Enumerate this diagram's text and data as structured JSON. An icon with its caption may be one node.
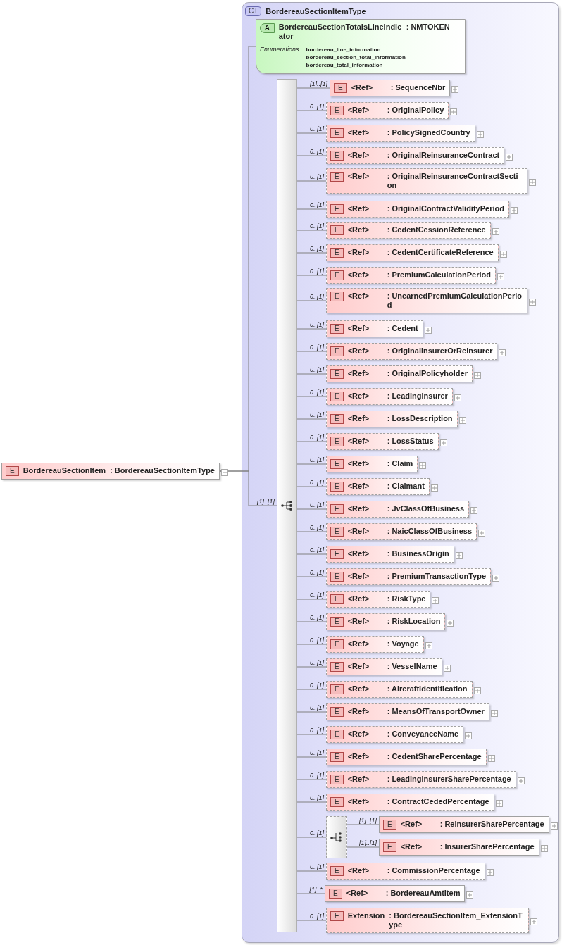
{
  "diagram": {
    "nodes": [
      {
        "text": [
          "E",
          "BordereauSectionItem",
          ": BordereauSectionItemType"
        ]
      },
      {
        "text": [
          "CT",
          "BordereauSectionItemType"
        ]
      },
      {
        "text": [
          "A",
          "BordereauSectionTotalsLineIndicator",
          ": NMTOKEN",
          "Enumerations",
          "bordereau_line_information",
          "bordereau_section_total_information",
          "bordereau_total_information"
        ],
        "in": 1
      },
      {
        "text": [],
        "shape": "bar",
        "in": 1
      },
      {
        "text": [
          "E",
          "<Ref>",
          ": SequenceNbr"
        ],
        "in": 1
      },
      {
        "text": [
          "E",
          "<Ref>",
          ": OriginalPolicy"
        ],
        "in": 1
      },
      {
        "text": [
          "E",
          "<Ref>",
          ": PolicySignedCountry"
        ],
        "in": 1
      },
      {
        "text": [
          "E",
          "<Ref>",
          ": OriginalReinsuranceContract"
        ],
        "in": 1
      },
      {
        "text": [
          "E",
          "<Ref>",
          ": OriginalReinsuranceContractSection"
        ],
        "in": 1
      },
      {
        "text": [
          "E",
          "<Ref>",
          ": OriginalContractValidityPeriod"
        ],
        "in": 1
      },
      {
        "text": [
          "E",
          "<Ref>",
          ": CedentCessionReference"
        ],
        "in": 1
      },
      {
        "text": [
          "E",
          "<Ref>",
          ": CedentCertificateReference"
        ],
        "in": 1
      },
      {
        "text": [
          "E",
          "<Ref>",
          ": PremiumCalculationPeriod"
        ],
        "in": 1
      },
      {
        "text": [
          "E",
          "<Ref>",
          ": UnearnedPremiumCalculationPeriod"
        ],
        "in": 1
      },
      {
        "text": [
          "E",
          "<Ref>",
          ": Cedent"
        ],
        "in": 1
      },
      {
        "text": [
          "E",
          "<Ref>",
          ": OriginalInsurerOrReinsurer"
        ],
        "in": 1
      },
      {
        "text": [
          "E",
          "<Ref>",
          ": OriginalPolicyholder"
        ],
        "in": 1
      },
      {
        "text": [
          "E",
          "<Ref>",
          ": LeadingInsurer"
        ],
        "in": 1
      },
      {
        "text": [
          "E",
          "<Ref>",
          ": LossDescription"
        ],
        "in": 1
      },
      {
        "text": [
          "E",
          "<Ref>",
          ": LossStatus"
        ],
        "in": 1
      },
      {
        "text": [
          "E",
          "<Ref>",
          ": Claim"
        ],
        "in": 1
      },
      {
        "text": [
          "E",
          "<Ref>",
          ": Claimant"
        ],
        "in": 1
      },
      {
        "text": [
          "E",
          "<Ref>",
          ": JvClassOfBusiness"
        ],
        "in": 1
      },
      {
        "text": [
          "E",
          "<Ref>",
          ": NaicClassOfBusiness"
        ],
        "in": 1
      },
      {
        "text": [
          "E",
          "<Ref>",
          ": BusinessOrigin"
        ],
        "in": 1
      },
      {
        "text": [
          "E",
          "<Ref>",
          ": PremiumTransactionType"
        ],
        "in": 1
      },
      {
        "text": [
          "E",
          "<Ref>",
          ": RiskType"
        ],
        "in": 1
      },
      {
        "text": [
          "E",
          "<Ref>",
          ": RiskLocation"
        ],
        "in": 1
      },
      {
        "text": [
          "E",
          "<Ref>",
          ": Voyage"
        ],
        "in": 1
      },
      {
        "text": [
          "E",
          "<Ref>",
          ": VesselName"
        ],
        "in": 1
      },
      {
        "text": [
          "E",
          "<Ref>",
          ": AircraftIdentification"
        ],
        "in": 1
      },
      {
        "text": [
          "E",
          "<Ref>",
          ": MeansOfTransportOwner"
        ],
        "in": 1
      },
      {
        "text": [
          "E",
          "<Ref>",
          ": ConveyanceName"
        ],
        "in": 1
      },
      {
        "text": [
          "E",
          "<Ref>",
          ": CedentSharePercentage"
        ],
        "in": 1
      },
      {
        "text": [
          "E",
          "<Ref>",
          ": LeadingInsurerSharePercentage"
        ],
        "in": 1
      },
      {
        "text": [
          "E",
          "<Ref>",
          ": ContractCededPercentage"
        ],
        "in": 1
      },
      {
        "text": [],
        "shape": "box",
        "in": 1
      },
      {
        "text": [
          "E",
          "<Ref>",
          ": ReinsurerSharePercentage"
        ],
        "in": 1
      },
      {
        "text": [
          "E",
          "<Ref>",
          ": InsurerSharePercentage"
        ],
        "in": 1
      },
      {
        "text": [
          "E",
          "<Ref>",
          ": CommissionPercentage"
        ],
        "in": 1
      },
      {
        "text": [
          "E",
          "<Ref>",
          ": BordereauAmtItem"
        ],
        "in": 1
      },
      {
        "text": [
          "E",
          "Extension",
          ": BordereauSectionItem_ExtensionType"
        ],
        "in": 1
      }
    ],
    "edges": [
      {
        "from": 0,
        "to": 2,
        "arrow": "none"
      },
      {
        "from": 0,
        "to": 3,
        "arrow": "none",
        "label": "[1]..[1]"
      },
      {
        "from": 3,
        "to": 4,
        "arrow": "none",
        "label": "[1]..[1]"
      },
      {
        "from": 3,
        "to": 5,
        "arrow": "none",
        "label": "0..[1]"
      },
      {
        "from": 3,
        "to": 6,
        "arrow": "none",
        "label": "0..[1]"
      },
      {
        "from": 3,
        "to": 7,
        "arrow": "none",
        "label": "0..[1]"
      },
      {
        "from": 3,
        "to": 8,
        "arrow": "none",
        "label": "0..[1]"
      },
      {
        "from": 3,
        "to": 9,
        "arrow": "none",
        "label": "0..[1]"
      },
      {
        "from": 3,
        "to": 10,
        "arrow": "none",
        "label": "0..[1]"
      },
      {
        "from": 3,
        "to": 11,
        "arrow": "none",
        "label": "0..[1]"
      },
      {
        "from": 3,
        "to": 12,
        "arrow": "none",
        "label": "0..[1]"
      },
      {
        "from": 3,
        "to": 13,
        "arrow": "none",
        "label": "0..[1]"
      },
      {
        "from": 3,
        "to": 14,
        "arrow": "none",
        "label": "0..[1]"
      },
      {
        "from": 3,
        "to": 15,
        "arrow": "none",
        "label": "0..[1]"
      },
      {
        "from": 3,
        "to": 16,
        "arrow": "none",
        "label": "0..[1]"
      },
      {
        "from": 3,
        "to": 17,
        "arrow": "none",
        "label": "0..[1]"
      },
      {
        "from": 3,
        "to": 18,
        "arrow": "none",
        "label": "0..[1]"
      },
      {
        "from": 3,
        "to": 19,
        "arrow": "none",
        "label": "0..[1]"
      },
      {
        "from": 3,
        "to": 20,
        "arrow": "none",
        "label": "0..[1]"
      },
      {
        "from": 3,
        "to": 21,
        "arrow": "none",
        "label": "0..[1]"
      },
      {
        "from": 3,
        "to": 22,
        "arrow": "none",
        "label": "0..[1]"
      },
      {
        "from": 3,
        "to": 23,
        "arrow": "none",
        "label": "0..[1]"
      },
      {
        "from": 3,
        "to": 24,
        "arrow": "none",
        "label": "0..[1]"
      },
      {
        "from": 3,
        "to": 25,
        "arrow": "none",
        "label": "0..[1]"
      },
      {
        "from": 3,
        "to": 26,
        "arrow": "none",
        "label": "0..[1]"
      },
      {
        "from": 3,
        "to": 27,
        "arrow": "none",
        "label": "0..[1]"
      },
      {
        "from": 3,
        "to": 28,
        "arrow": "none",
        "label": "0..[1]"
      },
      {
        "from": 3,
        "to": 29,
        "arrow": "none",
        "label": "0..[1]"
      },
      {
        "from": 3,
        "to": 30,
        "arrow": "none",
        "label": "0..[1]"
      },
      {
        "from": 3,
        "to": 31,
        "arrow": "none",
        "label": "0..[1]"
      },
      {
        "from": 3,
        "to": 32,
        "arrow": "none",
        "label": "0..[1]"
      },
      {
        "from": 3,
        "to": 33,
        "arrow": "none",
        "label": "0..[1]"
      },
      {
        "from": 3,
        "to": 34,
        "arrow": "none",
        "label": "0..[1]"
      },
      {
        "from": 3,
        "to": 35,
        "arrow": "none",
        "label": "0..[1]"
      },
      {
        "from": 3,
        "to": 36,
        "arrow": "none",
        "label": "0..[1]"
      },
      {
        "from": 36,
        "to": 37,
        "arrow": "none",
        "label": "[1]..[1]"
      },
      {
        "from": 36,
        "to": 38,
        "arrow": "none",
        "label": "[1]..[1]"
      },
      {
        "from": 3,
        "to": 39,
        "arrow": "none",
        "label": "0..[1]"
      },
      {
        "from": 3,
        "to": 40,
        "arrow": "none",
        "label": "[1]..*"
      },
      {
        "from": 3,
        "to": 41,
        "arrow": "none",
        "label": "0..[1]"
      }
    ]
  }
}
